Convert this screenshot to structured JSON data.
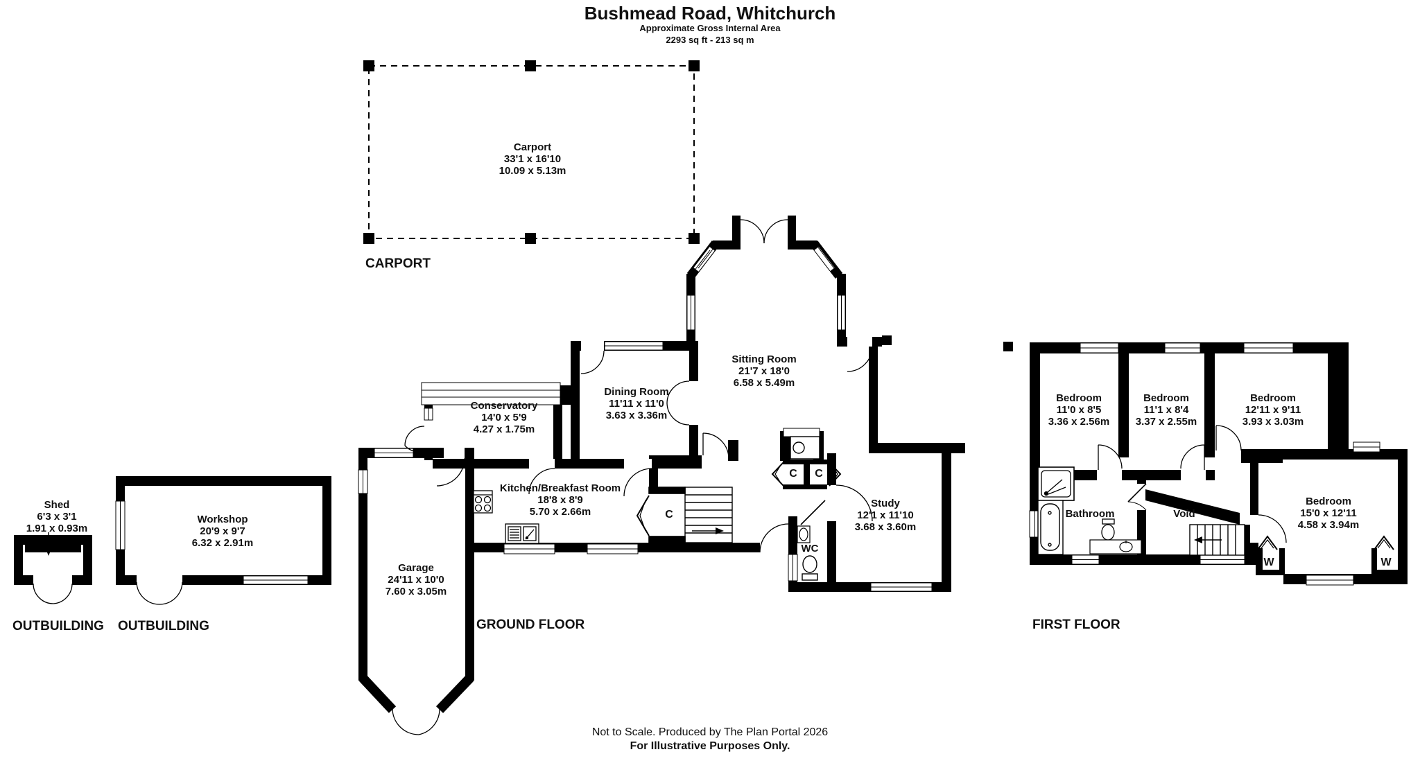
{
  "header": {
    "title": "Bushmead Road, Whitchurch",
    "subtitle1": "Approximate Gross Internal Area",
    "subtitle2": "2293 sq ft - 213 sq m"
  },
  "section_labels": {
    "carport": "CARPORT",
    "ground_floor": "GROUND FLOOR",
    "first_floor": "FIRST FLOOR",
    "outbuilding_1": "OUTBUILDING",
    "outbuilding_2": "OUTBUILDING"
  },
  "rooms": {
    "carport": {
      "name": "Carport",
      "imperial": "33'1 x 16'10",
      "metric": "10.09 x 5.13m"
    },
    "sitting_room": {
      "name": "Sitting Room",
      "imperial": "21'7 x 18'0",
      "metric": "6.58 x 5.49m"
    },
    "dining_room": {
      "name": "Dining Room",
      "imperial": "11'11 x 11'0",
      "metric": "3.63 x 3.36m"
    },
    "conservatory": {
      "name": "Conservatory",
      "imperial": "14'0 x 5'9",
      "metric": "4.27 x 1.75m"
    },
    "kitchen": {
      "name": "Kitchen/Breakfast Room",
      "imperial": "18'8 x 8'9",
      "metric": "5.70 x 2.66m"
    },
    "garage": {
      "name": "Garage",
      "imperial": "24'11 x 10'0",
      "metric": "7.60 x 3.05m"
    },
    "study": {
      "name": "Study",
      "imperial": "12'1 x 11'10",
      "metric": "3.68 x 3.60m"
    },
    "wc": {
      "name": "WC"
    },
    "bedroom_1": {
      "name": "Bedroom",
      "imperial": "11'0 x 8'5",
      "metric": "3.36 x 2.56m"
    },
    "bedroom_2": {
      "name": "Bedroom",
      "imperial": "11'1 x 8'4",
      "metric": "3.37 x 2.55m"
    },
    "bedroom_3": {
      "name": "Bedroom",
      "imperial": "12'11 x 9'11",
      "metric": "3.93 x 3.03m"
    },
    "bedroom_4": {
      "name": "Bedroom",
      "imperial": "15'0 x 12'11",
      "metric": "4.58 x 3.94m"
    },
    "bathroom": {
      "name": "Bathroom"
    },
    "void": {
      "name": "Void"
    },
    "shed": {
      "name": "Shed",
      "imperial": "6'3 x 3'1",
      "metric": "1.91 x 0.93m"
    },
    "workshop": {
      "name": "Workshop",
      "imperial": "20'9 x 9'7",
      "metric": "6.32 x 2.91m"
    }
  },
  "markers": {
    "cupboard": "C",
    "wardrobe": "W"
  },
  "footer": {
    "line1": "Not to Scale. Produced by The Plan Portal 2026",
    "line2": "For Illustrative Purposes Only."
  },
  "colors": {
    "wall": "#000000",
    "background": "#ffffff"
  }
}
